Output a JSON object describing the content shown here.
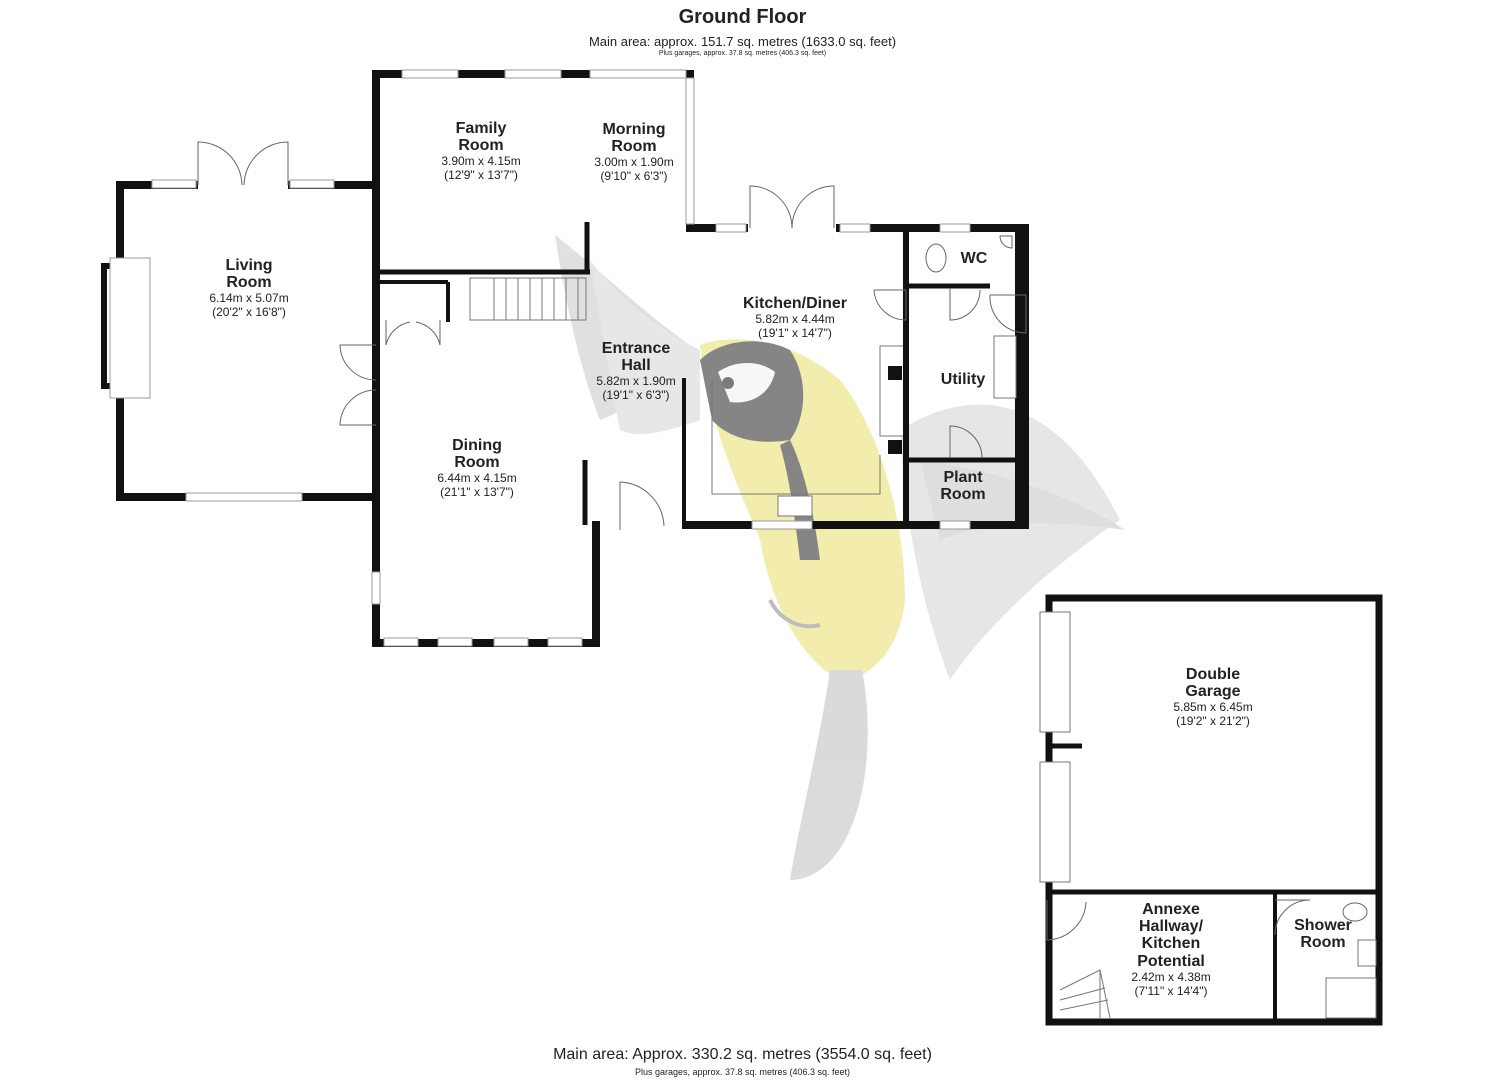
{
  "header": {
    "title": "Ground Floor",
    "main_area": "Main area: approx. 151.7 sq. metres (1633.0 sq. feet)",
    "garages_note": "Plus garages, approx. 37.8 sq. metres (406.3 sq. feet)"
  },
  "footer": {
    "main_area": "Main area: Approx. 330.2 sq. metres (3554.0 sq. feet)",
    "garages_note": "Plus garages, approx. 37.8 sq. metres (406.3 sq. feet)"
  },
  "rooms": {
    "family": {
      "name1": "Family",
      "name2": "Room",
      "metric": "3.90m x 4.15m",
      "imperial": "(12'9\" x 13'7\")"
    },
    "morning": {
      "name1": "Morning",
      "name2": "Room",
      "metric": "3.00m x 1.90m",
      "imperial": "(9'10\" x 6'3\")"
    },
    "living": {
      "name1": "Living",
      "name2": "Room",
      "metric": "6.14m x 5.07m",
      "imperial": "(20'2\" x 16'8\")"
    },
    "kitchen": {
      "name1": "Kitchen/Diner",
      "metric": "5.82m x 4.44m",
      "imperial": "(19'1\" x 14'7\")"
    },
    "wc": {
      "name1": "WC"
    },
    "entrance": {
      "name1": "Entrance",
      "name2": "Hall",
      "metric": "5.82m x 1.90m",
      "imperial": "(19'1\" x 6'3\")"
    },
    "utility": {
      "name1": "Utility"
    },
    "dining": {
      "name1": "Dining",
      "name2": "Room",
      "metric": "6.44m x 4.15m",
      "imperial": "(21'1\" x 13'7\")"
    },
    "plant": {
      "name1": "Plant",
      "name2": "Room"
    },
    "garage": {
      "name1": "Double",
      "name2": "Garage",
      "metric": "5.85m x 6.45m",
      "imperial": "(19'2\" x 21'2\")"
    },
    "annexe": {
      "name1": "Annexe",
      "name2": "Hallway/",
      "name3": "Kitchen",
      "name4": "Potential",
      "metric": "2.42m x 4.38m",
      "imperial": "(7'11\" x 14'4\")"
    },
    "shower": {
      "name1": "Shower",
      "name2": "Room"
    }
  },
  "colors": {
    "wall": "#111111",
    "window": "#bbbbbb",
    "bird_yellow": "#e8e06a"
  },
  "watermark": "bird-illustration"
}
